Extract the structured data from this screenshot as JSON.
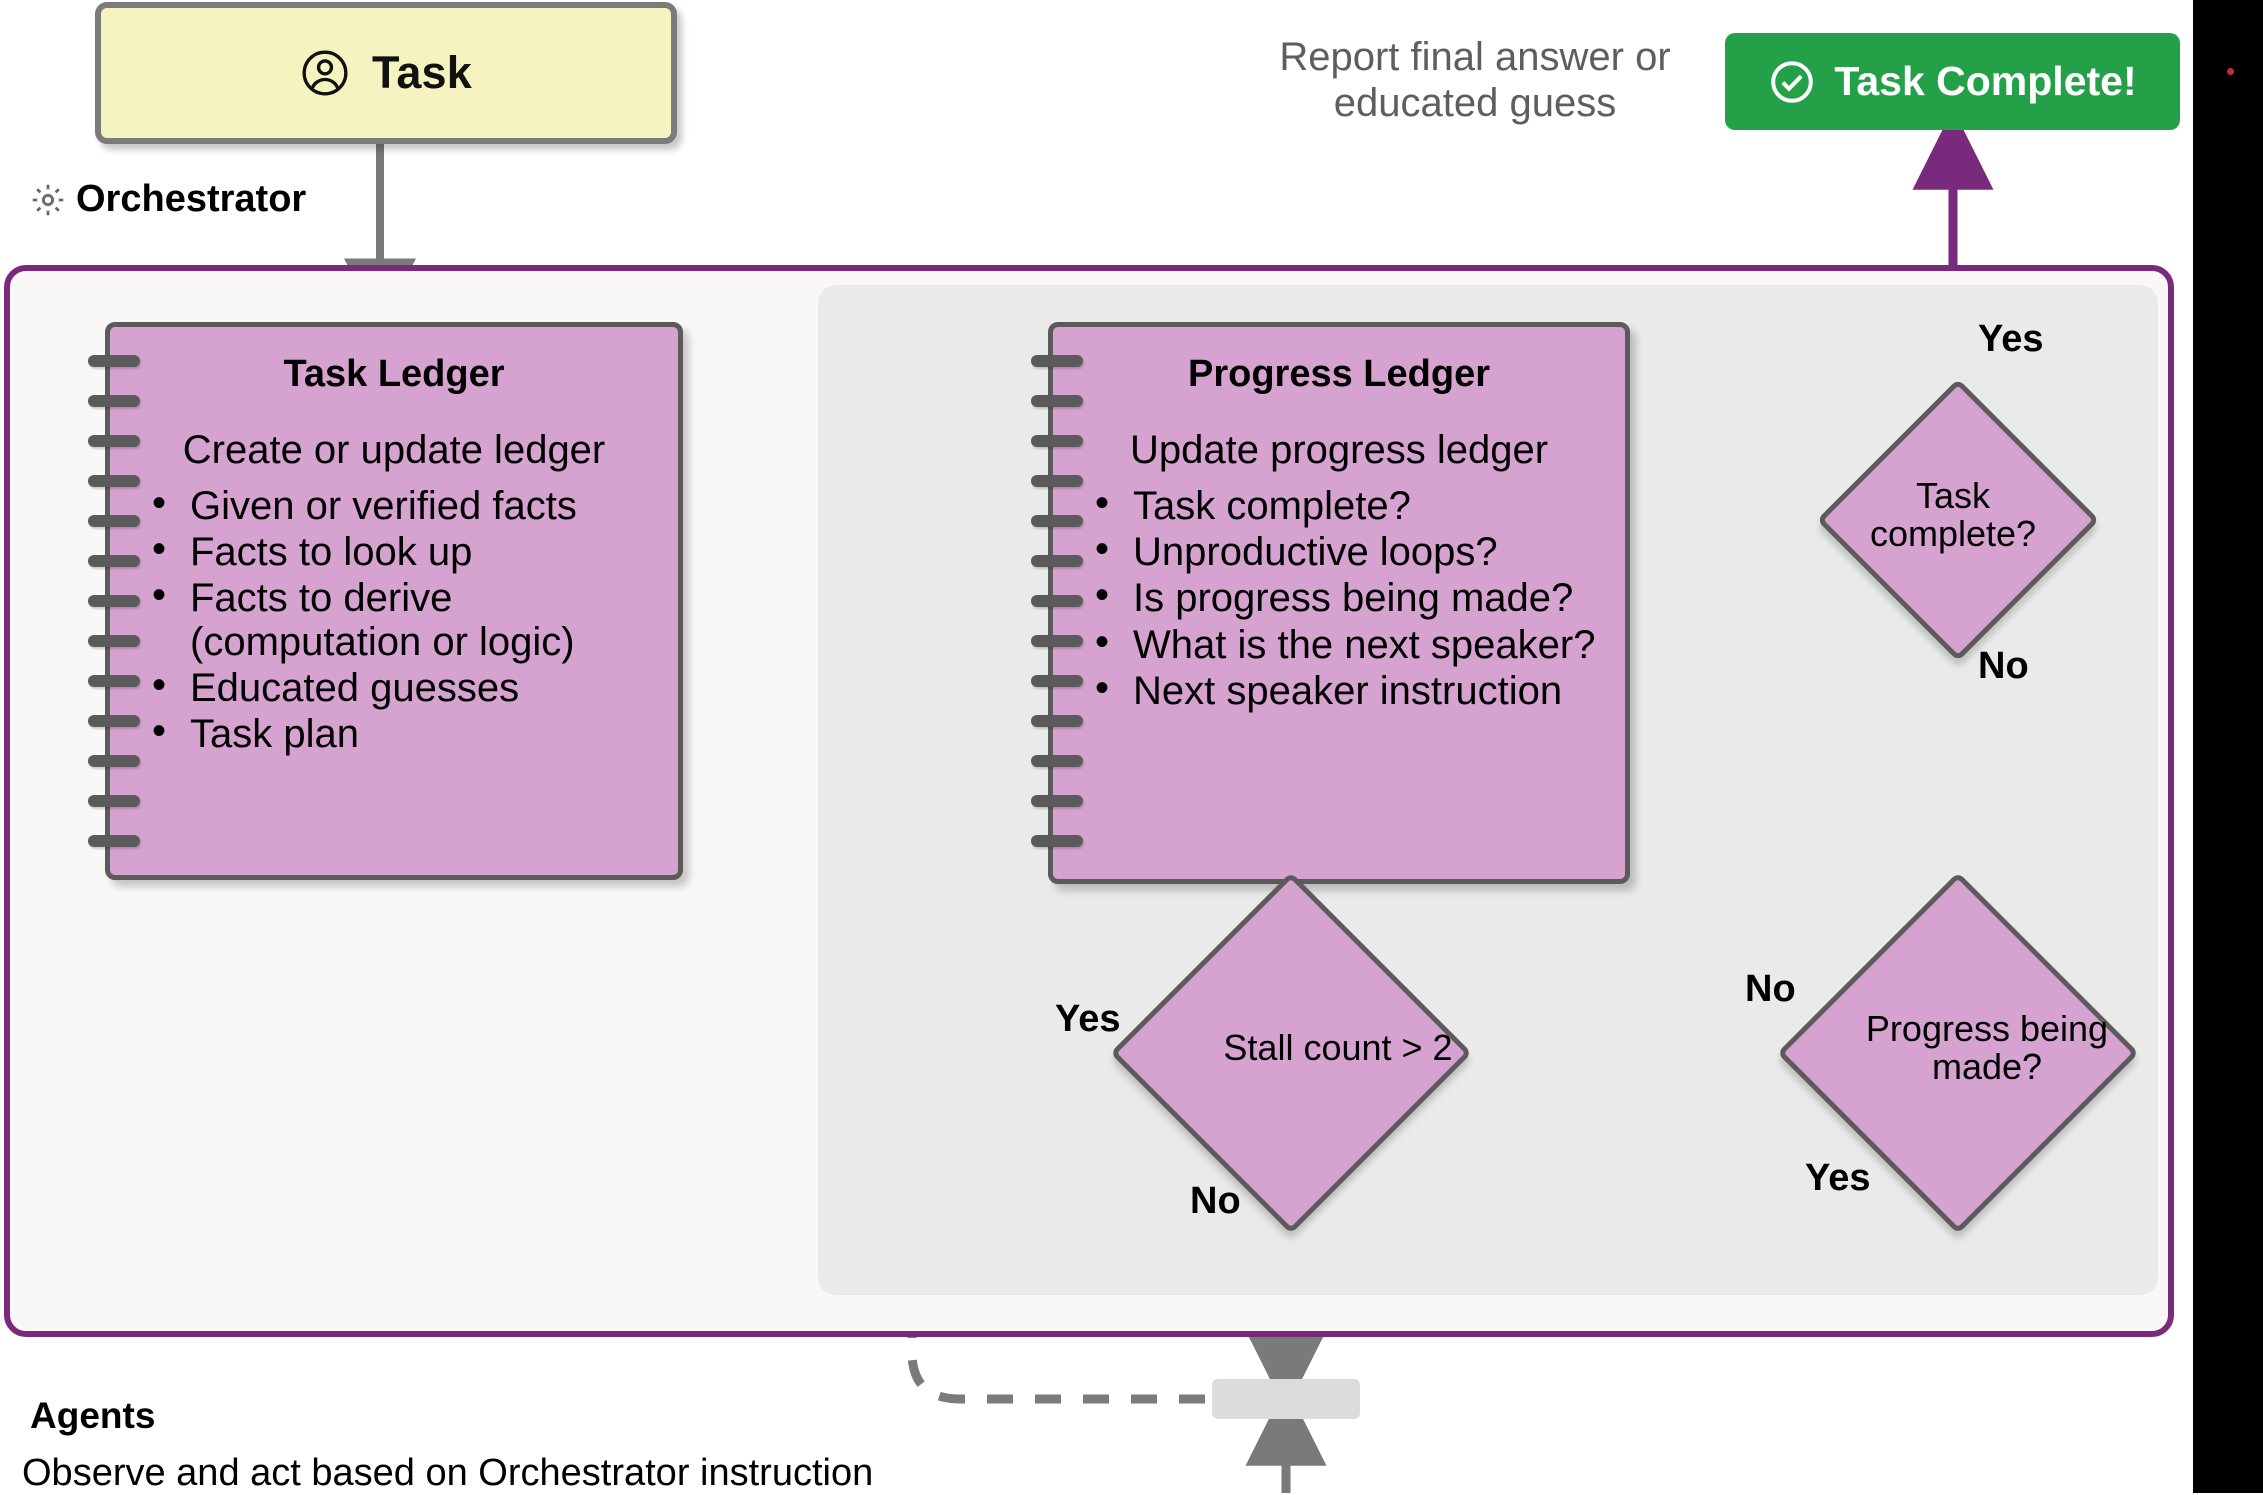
{
  "meta": {
    "colors": {
      "accent_purple": "#7a2a7d",
      "node_fill": "#d6a2d0",
      "node_stroke": "#5b5b5b",
      "task_card_fill": "#f5f3c0",
      "success_green": "#24a148",
      "panel_gray": "#eaeaea",
      "container_bg": "#faf8f6",
      "muted_text": "#5e5e5e"
    }
  },
  "task_card": {
    "label": "Task",
    "icon": "user-circle-icon"
  },
  "orchestrator": {
    "label": "Orchestrator",
    "icon": "gear-icon"
  },
  "task_ledger": {
    "title": "Task Ledger",
    "subtitle": "Create or update ledger",
    "items": [
      "Given or verified facts",
      "Facts to look up",
      "Facts to derive (computation or logic)",
      "Educated guesses",
      "Task plan"
    ]
  },
  "progress_ledger": {
    "title": "Progress Ledger",
    "subtitle": "Update progress ledger",
    "items": [
      "Task complete?",
      "Unproductive loops?",
      "Is progress being made?",
      "What is the next speaker?",
      "Next speaker instruction"
    ]
  },
  "decisions": {
    "task_complete": {
      "label": "Task complete?",
      "yes": "Yes",
      "no": "No"
    },
    "progress_made": {
      "label": "Progress being made?",
      "yes": "Yes",
      "no": "No"
    },
    "stall_count": {
      "label": "Stall count > 2",
      "yes": "Yes",
      "no": "No"
    }
  },
  "report": {
    "text": "Report final answer or educated guess"
  },
  "complete_badge": {
    "label": "Task Complete!",
    "icon": "check-circle-icon"
  },
  "agents": {
    "title": "Agents",
    "subtitle": "Observe and act based on Orchestrator instruction"
  }
}
